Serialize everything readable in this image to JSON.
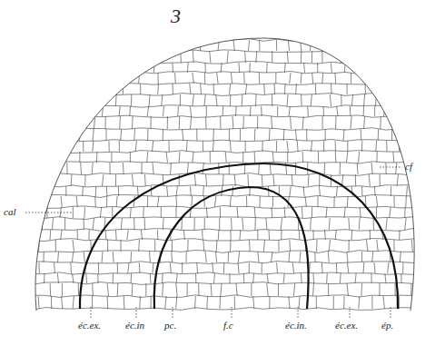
{
  "diagram": {
    "labels": [
      "3",
      "cal",
      "cf",
      "éc.ex.",
      "éc.in",
      "pc.",
      "f.c",
      "éc.in.",
      "éc.ex.",
      "ép."
    ]
  }
}
